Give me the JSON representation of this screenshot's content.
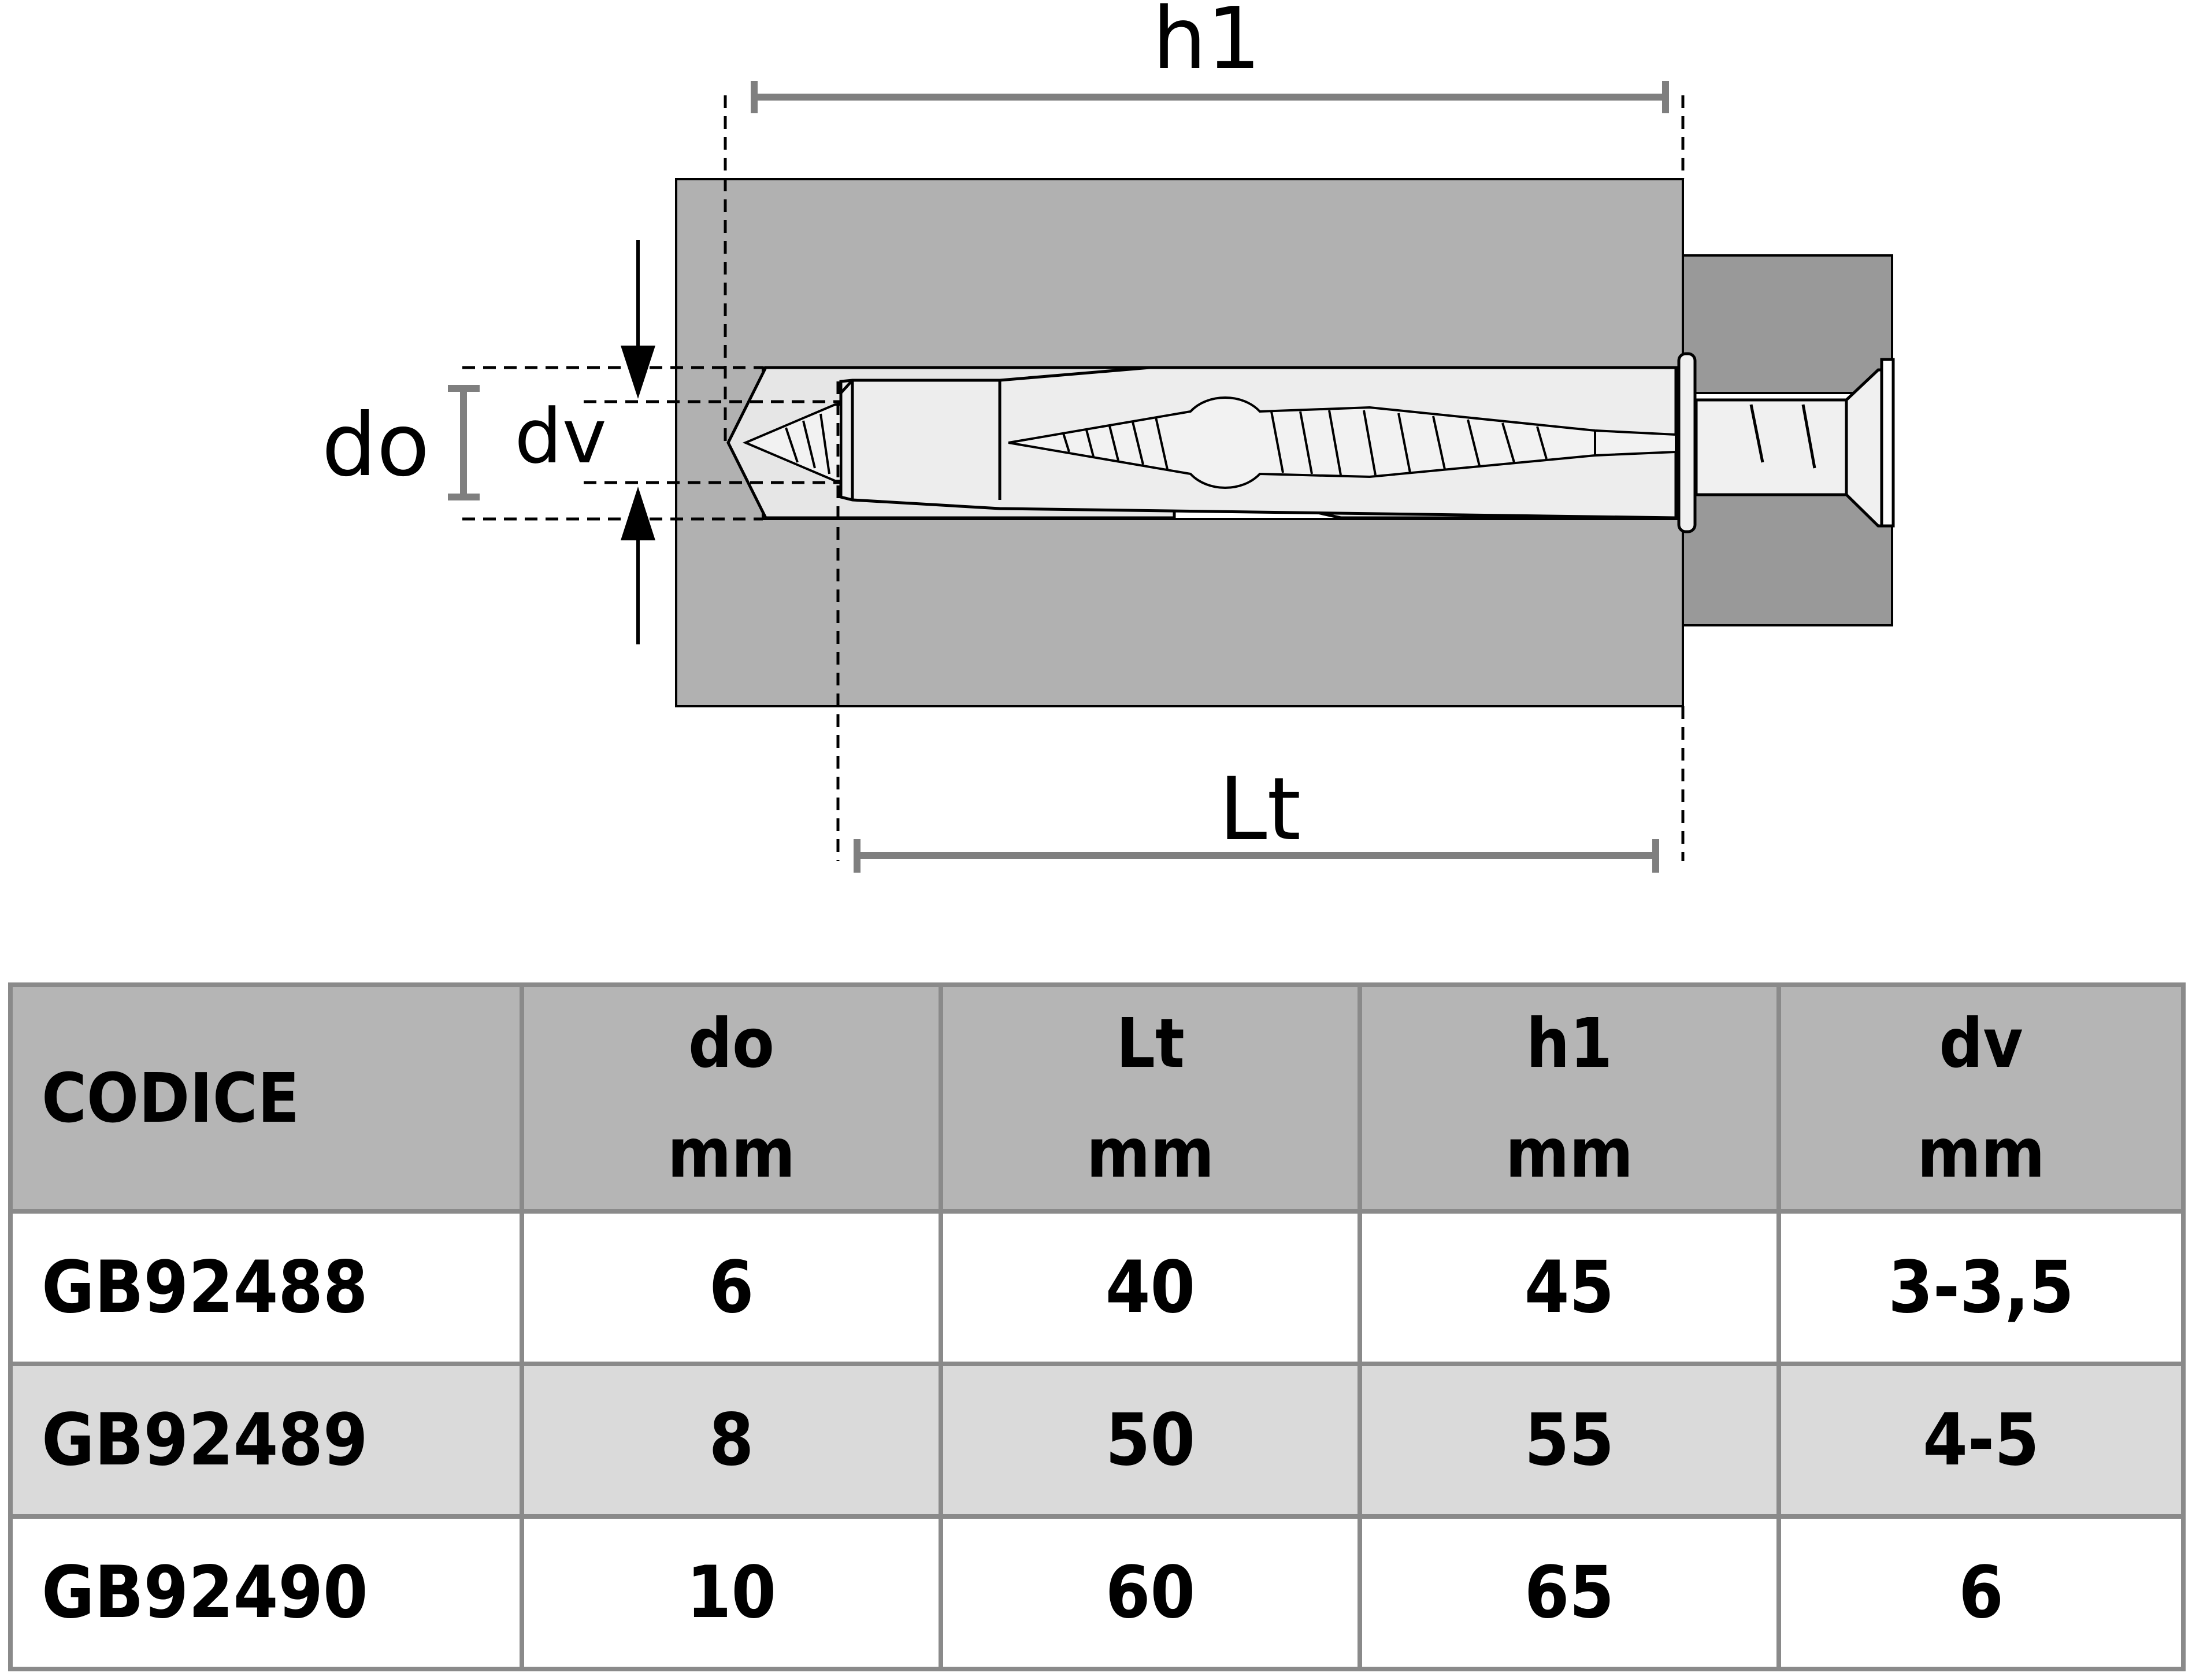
{
  "diagram": {
    "labels": {
      "h1": "h1",
      "lt": "Lt",
      "do": "do",
      "dv": "dv"
    },
    "colors": {
      "material_dark": "#b1b1b1",
      "fixture": "#999999",
      "anchor": "#e4e4e4",
      "dimension_line": "#7f7f7f"
    }
  },
  "table": {
    "headers": [
      {
        "line1": "CODICE",
        "line2": ""
      },
      {
        "line1": "do",
        "line2": "mm"
      },
      {
        "line1": "Lt",
        "line2": "mm"
      },
      {
        "line1": "h1",
        "line2": "mm"
      },
      {
        "line1": "dv",
        "line2": "mm"
      }
    ],
    "rows": [
      [
        "GB92488",
        "6",
        "40",
        "45",
        "3-3,5"
      ],
      [
        "GB92489",
        "8",
        "50",
        "55",
        "4-5"
      ],
      [
        "GB92490",
        "10",
        "60",
        "65",
        "6"
      ]
    ],
    "colors": {
      "header_bg": "#b5b5b5",
      "alt_row_bg": "#dadada",
      "border": "#8a8a8a"
    }
  }
}
